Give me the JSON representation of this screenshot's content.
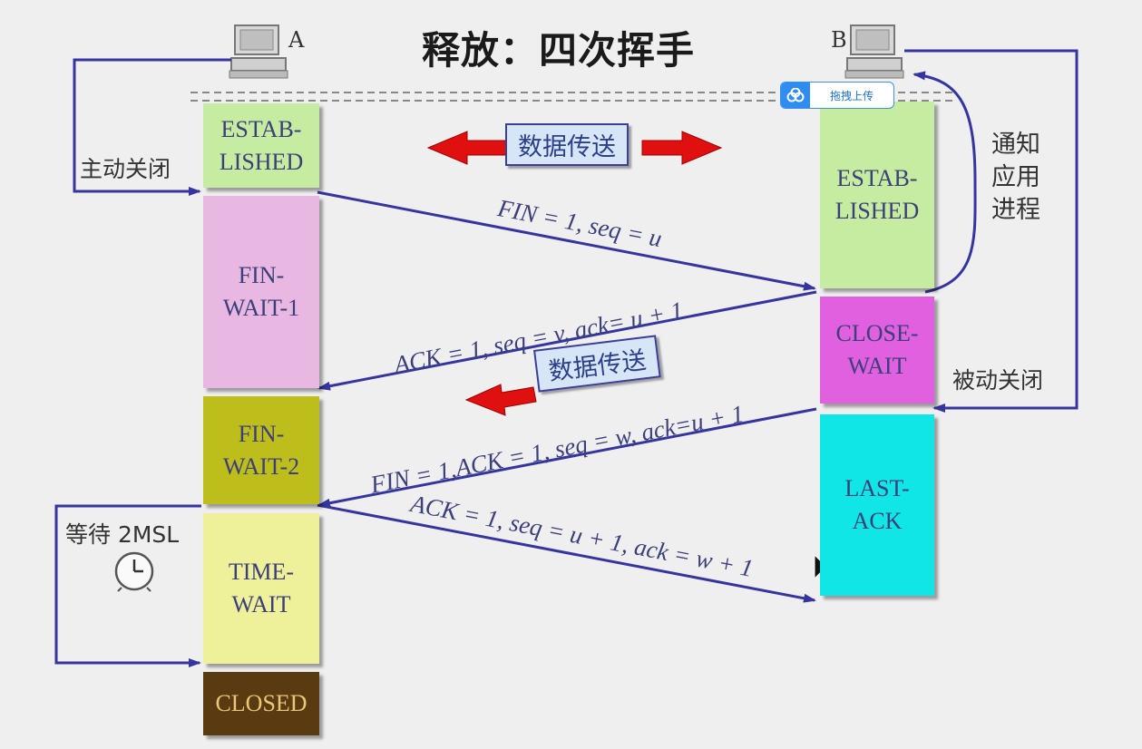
{
  "title": "释放：四次挥手",
  "hosts": {
    "a": "A",
    "b": "B"
  },
  "states_a": [
    {
      "label": "ESTAB-\nLISHED",
      "color": "#c5ecA0"
    },
    {
      "label": "FIN-\nWAIT-1",
      "color": "#e8b8e2"
    },
    {
      "label": "FIN-\nWAIT-2",
      "color": "#bdbd1c"
    },
    {
      "label": "TIME-\nWAIT",
      "color": "#eef09a"
    },
    {
      "label": "CLOSED",
      "color": "#5a3a10"
    }
  ],
  "states_b": [
    {
      "label": "ESTAB-\nLISHED",
      "color": "#c5ecA0"
    },
    {
      "label": "CLOSE-\nWAIT",
      "color": "#e060e0"
    },
    {
      "label": "LAST-\nACK",
      "color": "#10e6e6"
    }
  ],
  "messages": [
    "FIN = 1, seq = u",
    "ACK = 1, seq = v, ack= u + 1",
    "FIN = 1,ACK = 1, seq = w, ack=u + 1",
    "ACK = 1, seq = u + 1, ack = w + 1"
  ],
  "notes": {
    "active_close": "主动关闭",
    "passive_close": "被动关闭",
    "notify_app": [
      "通",
      "知",
      "应",
      "用",
      "进",
      "程"
    ],
    "wait_2msl": "等待 2MSL"
  },
  "data_transfer_1": "数据传送",
  "data_transfer_2": "数据传送",
  "upload_button": "拖拽上传",
  "colors": {
    "arrow_blue": "#3535a0",
    "data_arrow_red": "#e01010",
    "closed_text": "#e8c878"
  },
  "icons": [
    "computer-icon",
    "clock-icon",
    "cloud-upload-icon",
    "mouse-cursor-icon"
  ]
}
